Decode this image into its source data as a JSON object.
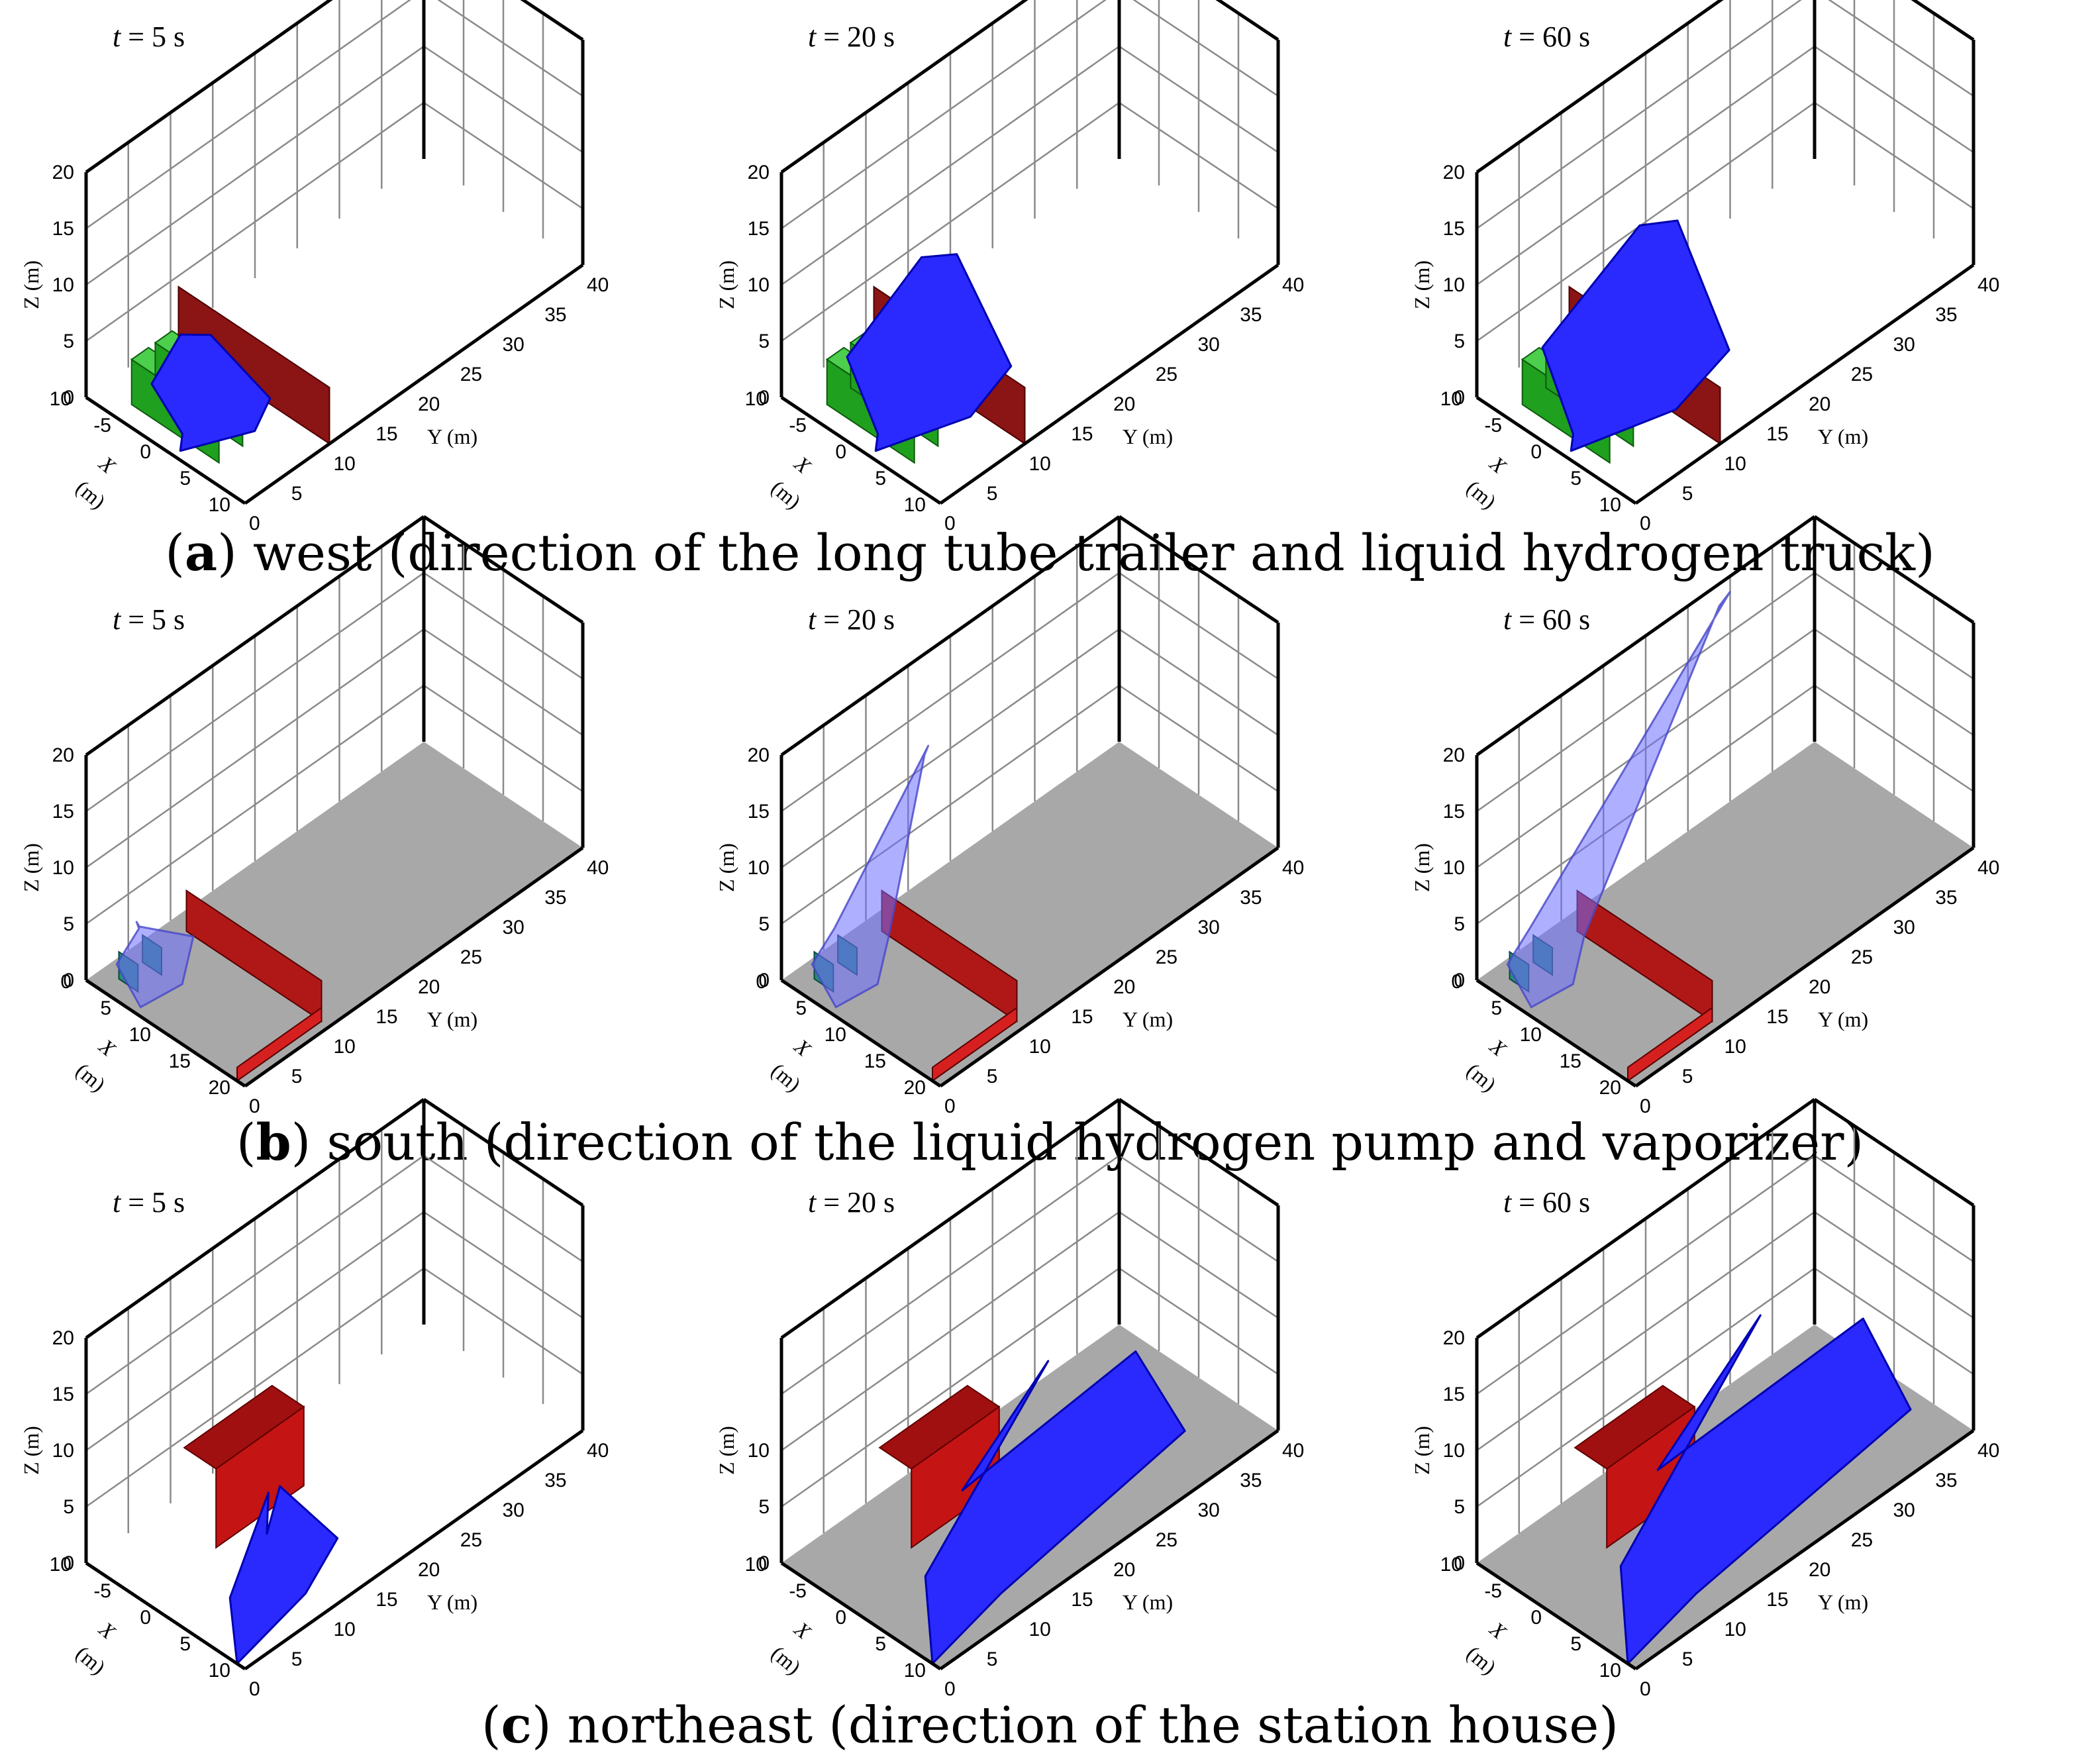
{
  "figure": {
    "rows": [
      {
        "id": "a",
        "caption_letter": "a",
        "caption_text": ") west (direction of the long tube trailer and liquid hydrogen truck)",
        "panels": [
          {
            "time": "= 5 s"
          },
          {
            "time": "= 20 s"
          },
          {
            "time": "= 60 s"
          }
        ]
      },
      {
        "id": "b",
        "caption_letter": "b",
        "caption_text": ") south (direction of the liquid hydrogen pump and vaporizer)",
        "panels": [
          {
            "time": "= 5 s"
          },
          {
            "time": "= 20 s"
          },
          {
            "time": "= 60 s"
          }
        ]
      },
      {
        "id": "c",
        "caption_letter": "c",
        "caption_text": ") northeast (direction of the station house)",
        "panels": [
          {
            "time": "= 5 s"
          },
          {
            "time": "= 20 s"
          },
          {
            "time": "= 60 s"
          }
        ]
      }
    ],
    "time_symbol": "t",
    "caption_open": "("
  },
  "chart_data": [
    {
      "row": "a",
      "type": "3d-isosurface",
      "time_s": 5,
      "x_ticks": [
        "10",
        "-5",
        "0",
        "5",
        "10"
      ],
      "y_ticks": [
        "0",
        "5",
        "10",
        "15",
        "20",
        "25",
        "30",
        "35",
        "40"
      ],
      "z_ticks": [
        "0",
        "5",
        "10",
        "15",
        "20"
      ],
      "xlabel": "X",
      "xunit": "(m)",
      "ylabel": "Y (m)",
      "zlabel": "Z (m)",
      "ground": "white",
      "obstacles": "green",
      "cloud": "blue"
    },
    {
      "row": "a",
      "type": "3d-isosurface",
      "time_s": 20,
      "x_ticks": [
        "10",
        "-5",
        "0",
        "5",
        "10"
      ],
      "y_ticks": [
        "0",
        "5",
        "10",
        "15",
        "20",
        "25",
        "30",
        "35",
        "40"
      ],
      "z_ticks": [
        "0",
        "5",
        "10",
        "15",
        "20"
      ],
      "xlabel": "X",
      "xunit": "(m)",
      "ylabel": "Y (m)",
      "zlabel": "Z (m)"
    },
    {
      "row": "a",
      "type": "3d-isosurface",
      "time_s": 60,
      "x_ticks": [
        "10",
        "-5",
        "0",
        "5",
        "10"
      ],
      "y_ticks": [
        "0",
        "5",
        "10",
        "15",
        "20",
        "25",
        "30",
        "35",
        "40"
      ],
      "z_ticks": [
        "0",
        "5",
        "10",
        "15",
        "20"
      ],
      "xlabel": "X",
      "xunit": "(m)",
      "ylabel": "Y (m)",
      "zlabel": "Z (m)"
    },
    {
      "row": "b",
      "type": "3d-isosurface",
      "time_s": 5,
      "x_ticks": [
        "0",
        "5",
        "10",
        "15",
        "20"
      ],
      "y_ticks": [
        "0",
        "5",
        "10",
        "15",
        "20",
        "25",
        "30",
        "35",
        "40"
      ],
      "z_ticks": [
        "0",
        "5",
        "10",
        "15",
        "20"
      ],
      "xlabel": "X",
      "xunit": "(m)",
      "ylabel": "Y (m)",
      "zlabel": "Z (m)",
      "ground": "#a8a8a8",
      "cloud": "translucent blue"
    },
    {
      "row": "b",
      "type": "3d-isosurface",
      "time_s": 20,
      "x_ticks": [
        "0",
        "5",
        "10",
        "15",
        "20"
      ],
      "y_ticks": [
        "0",
        "5",
        "10",
        "15",
        "20",
        "25",
        "30",
        "35",
        "40"
      ],
      "z_ticks": [
        "0",
        "5",
        "10",
        "15",
        "20"
      ],
      "xlabel": "X",
      "xunit": "(m)",
      "ylabel": "Y (m)",
      "zlabel": "Z (m)"
    },
    {
      "row": "b",
      "type": "3d-isosurface",
      "time_s": 60,
      "x_ticks": [
        "0",
        "5",
        "10",
        "15",
        "20"
      ],
      "y_ticks": [
        "0",
        "5",
        "10",
        "15",
        "20",
        "25",
        "30",
        "35",
        "40"
      ],
      "z_ticks": [
        "0",
        "5",
        "10",
        "15",
        "20"
      ],
      "xlabel": "X",
      "xunit": "(m)",
      "ylabel": "Y (m)",
      "zlabel": "Z (m)"
    },
    {
      "row": "c",
      "type": "3d-isosurface",
      "time_s": 5,
      "x_ticks": [
        "10",
        "-5",
        "0",
        "5",
        "10"
      ],
      "y_ticks": [
        "0",
        "5",
        "10",
        "15",
        "20",
        "25",
        "30",
        "35",
        "40"
      ],
      "z_ticks": [
        "0",
        "5",
        "10",
        "15",
        "20"
      ],
      "xlabel": "X",
      "xunit": "(m)",
      "ylabel": "Y (m)",
      "zlabel": "Z (m)",
      "ground": "white",
      "obstacles": "red"
    },
    {
      "row": "c",
      "type": "3d-isosurface",
      "time_s": 20,
      "x_ticks": [
        "10",
        "-5",
        "0",
        "5",
        "10"
      ],
      "y_ticks": [
        "0",
        "5",
        "10",
        "15",
        "20",
        "25",
        "30",
        "35",
        "40"
      ],
      "z_ticks": [
        "0",
        "5",
        "10"
      ],
      "xlabel": "X",
      "xunit": "(m)",
      "ylabel": "Y (m)",
      "zlabel": "Z (m)",
      "ground": "#a8a8a8"
    },
    {
      "row": "c",
      "type": "3d-isosurface",
      "time_s": 60,
      "x_ticks": [
        "10",
        "-5",
        "0",
        "5",
        "10"
      ],
      "y_ticks": [
        "0",
        "5",
        "10",
        "15",
        "20",
        "25",
        "30",
        "35",
        "40"
      ],
      "z_ticks": [
        "0",
        "5",
        "10",
        "15",
        "20"
      ],
      "xlabel": "X",
      "xunit": "(m)",
      "ylabel": "Y (m)",
      "zlabel": "Z (m)",
      "ground": "#a8a8a8"
    }
  ]
}
